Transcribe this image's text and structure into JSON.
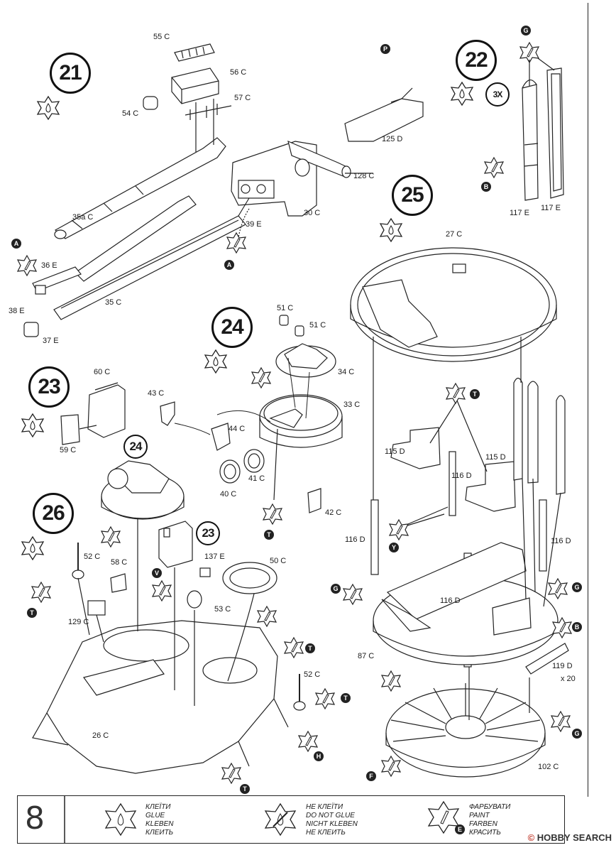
{
  "page_number": "8",
  "steps": {
    "s21": "21",
    "s22": "22",
    "s23": "23",
    "s24": "24",
    "s25": "25",
    "s26": "26",
    "s23_ref": "23",
    "s24_ref": "24"
  },
  "multiplier_22": "3X",
  "parts": {
    "p55C": "55 C",
    "p56C": "56 C",
    "p54C": "54 C",
    "p57C": "57 C",
    "p35aC": "35a C",
    "p39E": "39 E",
    "p36E": "36 E",
    "p38E": "38 E",
    "p35C": "35 C",
    "p37E": "37 E",
    "p125D": "125 D",
    "p128C": "128 C",
    "p30C": "30 C",
    "p117E_a": "117 E",
    "p117E_b": "117 E",
    "p27C": "27 C",
    "p51C_a": "51 C",
    "p51C_b": "51 C",
    "p34C": "34 C",
    "p33C": "33 C",
    "p43C": "43 C",
    "p44C": "44 C",
    "p41C": "41 C",
    "p40C": "40 C",
    "p42C": "42 C",
    "p60C": "60 C",
    "p59C": "59 C",
    "p115D_a": "115 D",
    "p115D_b": "115 D",
    "p116D_a": "116 D",
    "p116D_b": "116 D",
    "p116D_c": "116 D",
    "p116D_d": "116 D",
    "p87C": "87 C",
    "p119D": "119 D",
    "x20": "x 20",
    "p102C": "102 C",
    "p52C_a": "52 C",
    "p52C_b": "52 C",
    "p58C": "58 C",
    "p137E": "137 E",
    "p50C": "50 C",
    "p53C": "53 C",
    "p129C": "129 C",
    "p26C": "26 C"
  },
  "color_badges": {
    "A1": "A",
    "A2": "A",
    "P": "P",
    "G1": "G",
    "B1": "B",
    "T1": "T",
    "Y": "Y",
    "G2": "G",
    "G3": "G",
    "B2": "B",
    "G4": "G",
    "F": "F",
    "V": "V",
    "T2": "T",
    "T3": "T",
    "H": "H",
    "T4": "T",
    "T5": "T"
  },
  "legend": {
    "glue": [
      "КЛЕЇТИ",
      "GLUE",
      "KLEBEN",
      "КЛЕИТЬ"
    ],
    "no_glue": [
      "НЕ КЛЕЇТИ",
      "DO NOT GLUE",
      "NICHT KLEBEN",
      "НЕ КЛЕИТЬ"
    ],
    "paint": [
      "ФАРБУВАТИ",
      "PAINT",
      "FARBEN",
      "КРАСИТЬ"
    ],
    "paint_badge": "E"
  },
  "watermark": {
    "logo": "©",
    "text": "HOBBY SEARCH"
  },
  "icons": [
    "glue-star-icon",
    "no-glue-star-icon",
    "paint-star-icon"
  ]
}
